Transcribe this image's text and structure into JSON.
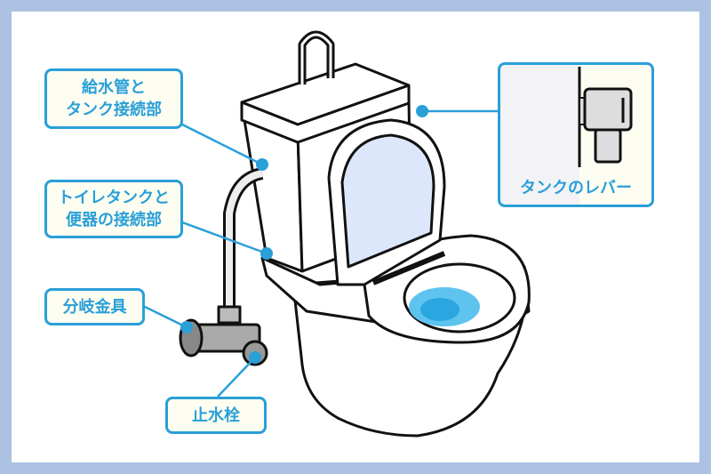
{
  "labels": {
    "supply_pipe": {
      "line1": "給水管と",
      "line2": "タンク接続部"
    },
    "tank_bowl": {
      "line1": "トイレタンクと",
      "line2": "便器の接続部"
    },
    "branch_fitting": "分岐金具",
    "stop_valve": "止水栓",
    "tank_lever": "タンクのレバー"
  },
  "colors": {
    "frame": "#abc2e2",
    "accent": "#2a9fd8",
    "label_bg": "#fdfdf2",
    "water": "#2aa6e0"
  }
}
